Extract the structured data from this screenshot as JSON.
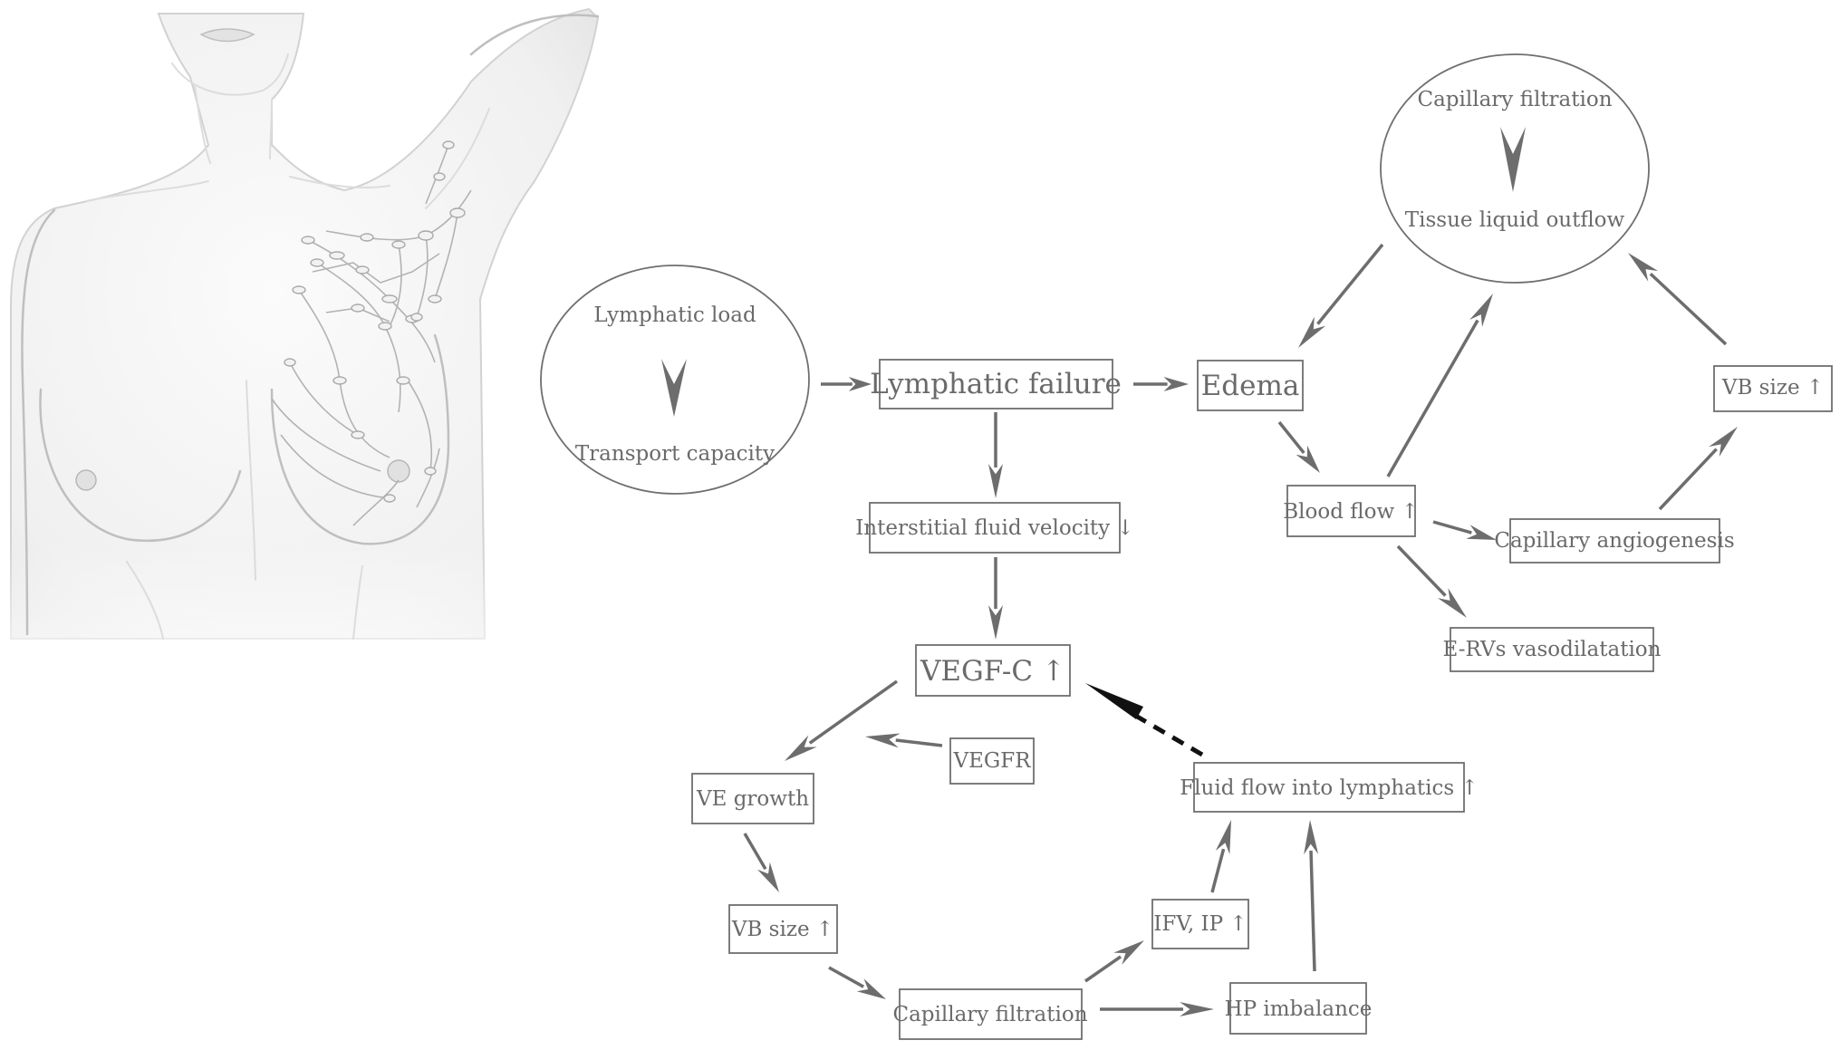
{
  "illustration": {
    "subject": "female torso with axillary and breast lymphatic network"
  },
  "nodes": {
    "lymphatic_load": "Lymphatic load",
    "transport_capacity": "Transport capacity",
    "lymphatic_failure": "Lymphatic failure",
    "edema": "Edema",
    "interstitial_velocity": "Interstitial fluid velocity ↓",
    "vegfc": "VEGF-C ↑",
    "vegfr": "VEGFR",
    "ve_growth": "VE growth",
    "vb_size_left": "VB size ↑",
    "capillary_filtration_bottom": "Capillary filtration",
    "ifv_ip": "IFV, IP ↑",
    "hp_imbalance": "HP imbalance",
    "fluid_flow": "Fluid flow into lymphatics ↑",
    "capillary_filtration_top": "Capillary filtration",
    "tissue_outflow": "Tissue liquid outflow",
    "blood_flow": "Blood flow ↑",
    "capillary_angiogenesis": "Capillary angiogenesis",
    "ervs": "E-RVs vasodilatation",
    "vb_size_right": "VB size ↑"
  },
  "colors": {
    "arrow": "#6d6d6d",
    "box_border": "#6f6f6f",
    "text": "#6a6a6a",
    "inhibition": "#111111"
  }
}
